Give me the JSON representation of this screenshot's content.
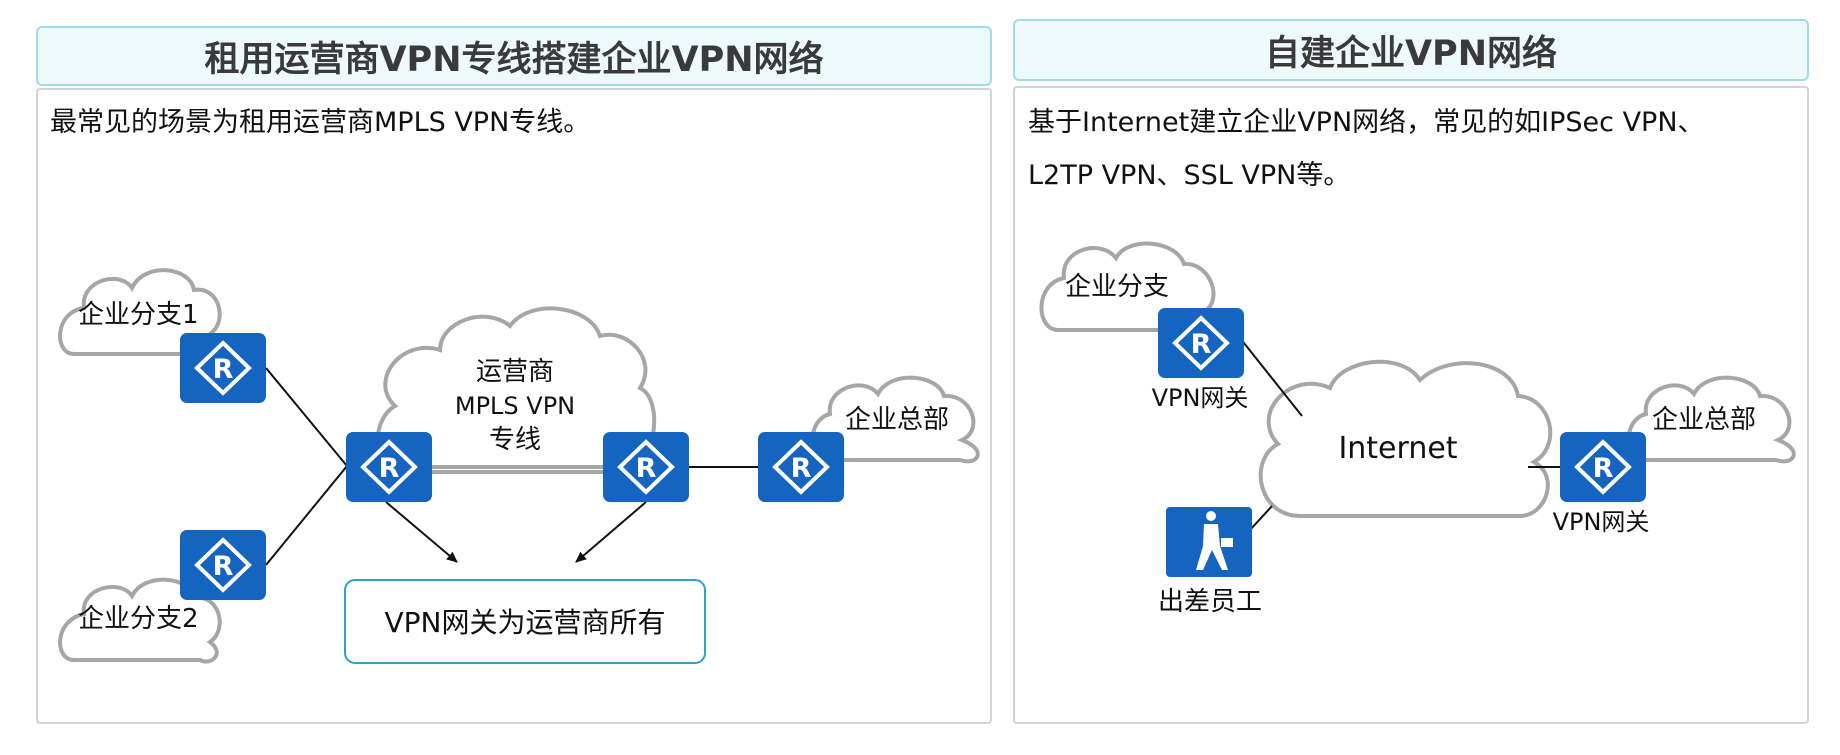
{
  "left": {
    "title": "租用运营商VPN专线搭建企业VPN网络",
    "description": "最常见的场景为租用运营商MPLS VPN专线。",
    "branch1": "企业分支1",
    "branch2": "企业分支2",
    "carrier_cloud": [
      "运营商",
      "MPLS VPN",
      "专线"
    ],
    "hq": "企业总部",
    "callout": "VPN网关为运营商所有"
  },
  "right": {
    "title": "自建企业VPN网络",
    "description_line1": "基于Internet建立企业VPN网络，常见的如IPSec VPN、",
    "description_line2": "L2TP VPN、SSL VPN等。",
    "branch": "企业分支",
    "gateway_left": "VPN网关",
    "internet": "Internet",
    "hq": "企业总部",
    "gateway_right": "VPN网关",
    "traveler": "出差员工"
  },
  "colors": {
    "router_fill": "#1565c0",
    "header_bg": "#eef9fc",
    "header_border": "#9fdbe8",
    "cloud_stroke": "#a6a6a6",
    "callout_border": "#2ea3c8"
  },
  "icons": {
    "router": "router-icon",
    "traveler": "business-traveler-icon",
    "cloud": "cloud-shape"
  }
}
